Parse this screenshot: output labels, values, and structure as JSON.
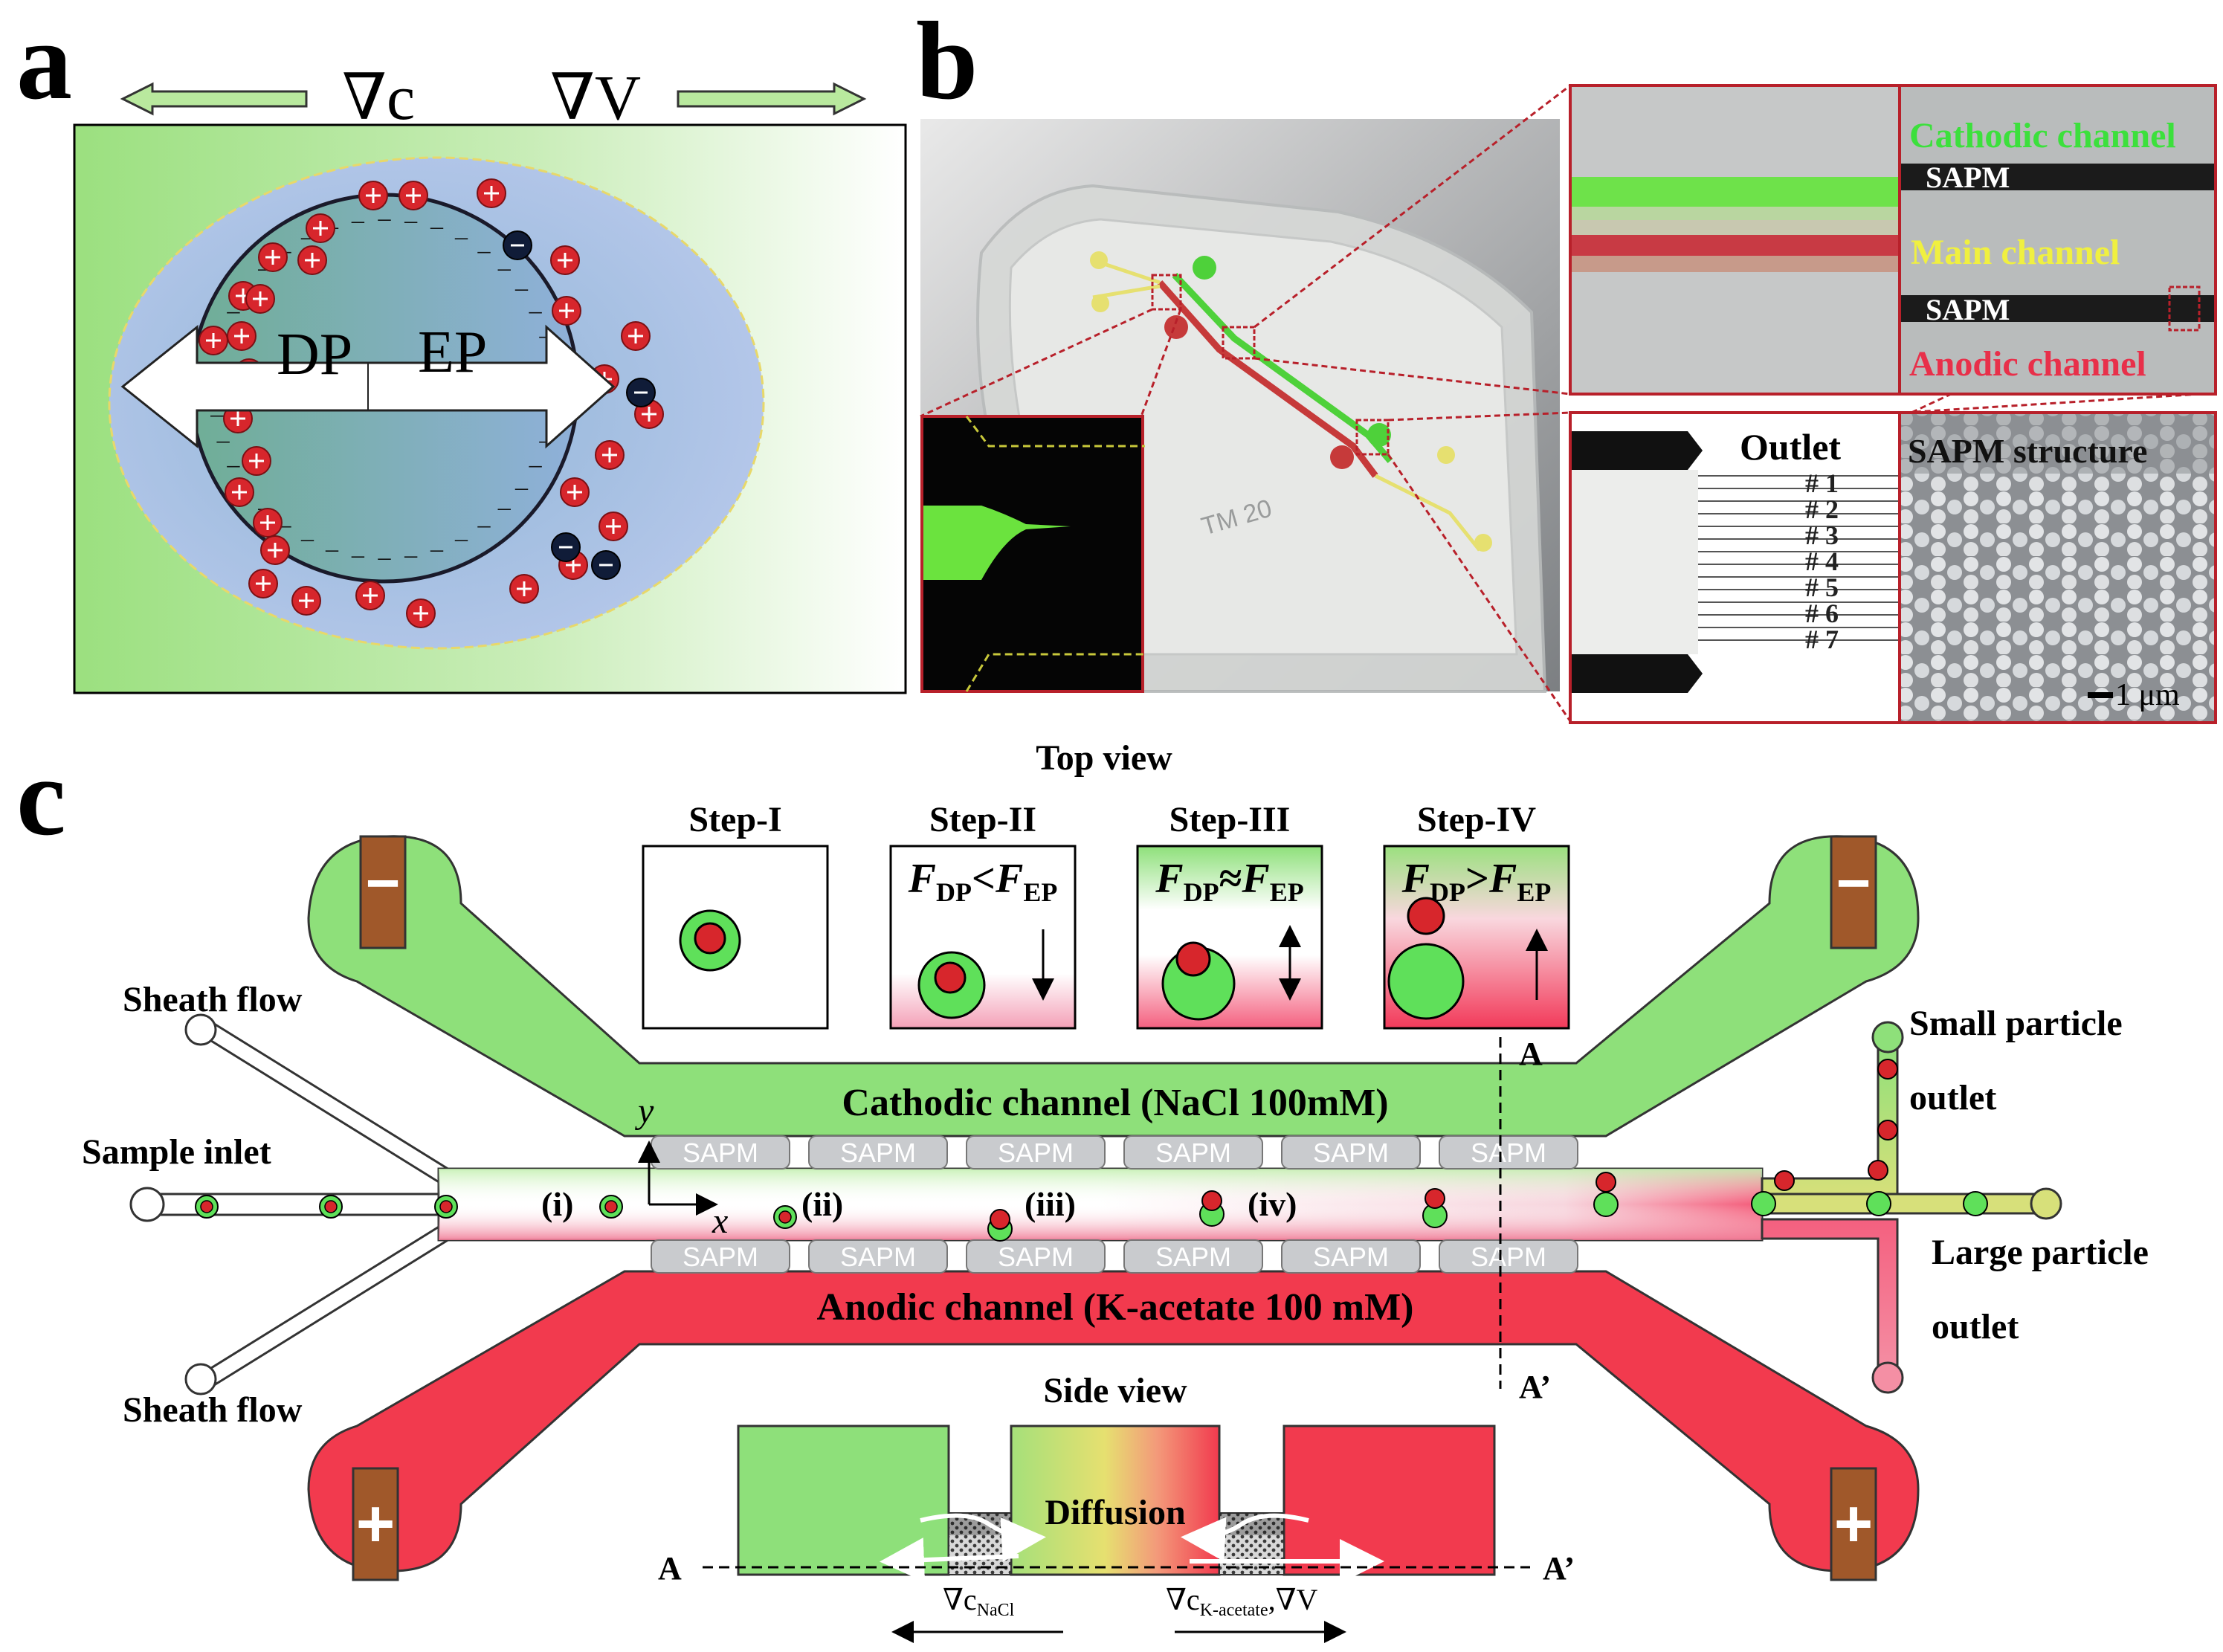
{
  "panel_a": {
    "letter": "a",
    "grad_c": "∇c",
    "grad_v": "∇V",
    "dp": "DP",
    "ep": "EP"
  },
  "panel_b": {
    "letter": "b",
    "cathodic": "Cathodic channel",
    "main": "Main channel",
    "anodic": "Anodic channel",
    "sapm": "SAPM",
    "outlet": "Outlet",
    "outlet_numbers": [
      "# 1",
      "# 2",
      "# 3",
      "# 4",
      "# 5",
      "# 6",
      "# 7"
    ],
    "sapm_structure": "SAPM structure",
    "scale": "1 μm",
    "chip_marking": "TM 20"
  },
  "panel_c": {
    "letter": "c",
    "top_view": "Top view",
    "steps": [
      {
        "label": "Step-I",
        "formula": ""
      },
      {
        "label": "Step-II",
        "formula": "<"
      },
      {
        "label": "Step-III",
        "formula": "≈"
      },
      {
        "label": "Step-IV",
        "formula": ">"
      }
    ],
    "f": "F",
    "dp": "DP",
    "ep": "EP",
    "sheath_top": "Sheath flow",
    "sheath_bottom": "Sheath flow",
    "sample_inlet": "Sample inlet",
    "cathodic_channel": "Cathodic channel (NaCl 100mM)",
    "anodic_channel": "Anodic channel (K-acetate 100 mM)",
    "sapm": "SAPM",
    "stages": [
      "(i)",
      "(ii)",
      "(iii)",
      "(iv)"
    ],
    "axis_y": "y",
    "axis_x": "x",
    "small_outlet_1": "Small particle",
    "small_outlet_2": "outlet",
    "large_outlet_1": "Large particle",
    "large_outlet_2": "outlet",
    "section_a": "A",
    "section_a_prime": "A’",
    "side_view": "Side view",
    "diffusion": "Diffusion",
    "grad_nacl": "∇c",
    "grad_nacl_sub": "NaCl",
    "grad_kac": "∇c",
    "grad_kac_sub": "K-acetate",
    "grad_kac_tail": ",∇V",
    "minus": "−",
    "plus": "+"
  },
  "colors": {
    "green": "#8EE07A",
    "red": "#F23A4E",
    "particle_red": "#D7262C",
    "particle_green": "#5FE05A",
    "sapm_gray": "#C9CBCE",
    "electrode": "#A0582A"
  }
}
